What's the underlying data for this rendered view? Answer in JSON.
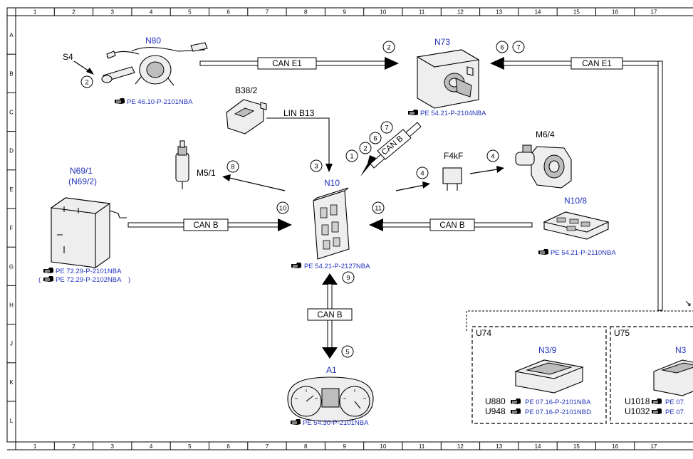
{
  "grid": {
    "columns": [
      "1",
      "2",
      "3",
      "4",
      "5",
      "6",
      "7",
      "8",
      "9",
      "10",
      "11",
      "12",
      "13",
      "14",
      "15",
      "16",
      "17"
    ],
    "rows": [
      "A",
      "B",
      "C",
      "D",
      "E",
      "F",
      "G",
      "H",
      "J",
      "K",
      "L"
    ]
  },
  "components": {
    "n80": {
      "name": "N80",
      "ref": "PE 46.10-P-2101NBA"
    },
    "s4": {
      "name": "S4"
    },
    "n73": {
      "name": "N73",
      "ref": "PE 54.21-P-2104NBA"
    },
    "b38_2": {
      "name": "B38/2"
    },
    "m5_1": {
      "name": "M5/1"
    },
    "n10": {
      "name": "N10",
      "ref": "PE 54.21-P-2127NBA"
    },
    "f4kf": {
      "name": "F4kF"
    },
    "m6_4": {
      "name": "M6/4"
    },
    "n69_1": {
      "name": "N69/1",
      "alt": "(N69/2)",
      "ref1": "PE 72.29-P-2101NBA",
      "ref2": "PE 72.29-P-2102NBA"
    },
    "n10_8": {
      "name": "N10/8",
      "ref": "PE 54.21-P-2110NBA"
    },
    "a1": {
      "name": "A1",
      "ref": "PE 54.30-P-2101NBA"
    },
    "n3_9": {
      "name": "N3/9"
    },
    "n3_partial": {
      "name": "N3"
    }
  },
  "buses": {
    "can_e1_left": "CAN E1",
    "can_e1_right": "CAN E1",
    "lin_b13": "LIN B13",
    "can_b_diag": "CAN B",
    "can_b_left": "CAN B",
    "can_b_right": "CAN B",
    "can_b_bottom": "CAN B"
  },
  "circles": {
    "c_s4": "2",
    "c_e1_left": "2",
    "c_e1_right_a": "6",
    "c_e1_right_b": "7",
    "c_diag_1": "1",
    "c_diag_2": "2",
    "c_diag_6": "6",
    "c_diag_7": "7",
    "c_lin": "3",
    "c_m5": "8",
    "c_f4": "4",
    "c_m6": "4",
    "c_left_bus": "10",
    "c_right_bus": "11",
    "c_bottom_9": "9",
    "c_bottom_5": "5"
  },
  "variants": {
    "u74": {
      "label": "U74",
      "codes": [
        {
          "code": "U880",
          "ref": "PE 07.16-P-2101NBA"
        },
        {
          "code": "U948",
          "ref": "PE 07.16-P-2101NBD"
        }
      ]
    },
    "u75": {
      "label": "U75",
      "codes": [
        {
          "code": "U1018",
          "ref": "PE 07."
        },
        {
          "code": "U1032",
          "ref": "PE 07."
        }
      ]
    }
  },
  "colors": {
    "text_blue": "#2233bb",
    "line": "#000000",
    "part_fill": "#eeeeee"
  }
}
